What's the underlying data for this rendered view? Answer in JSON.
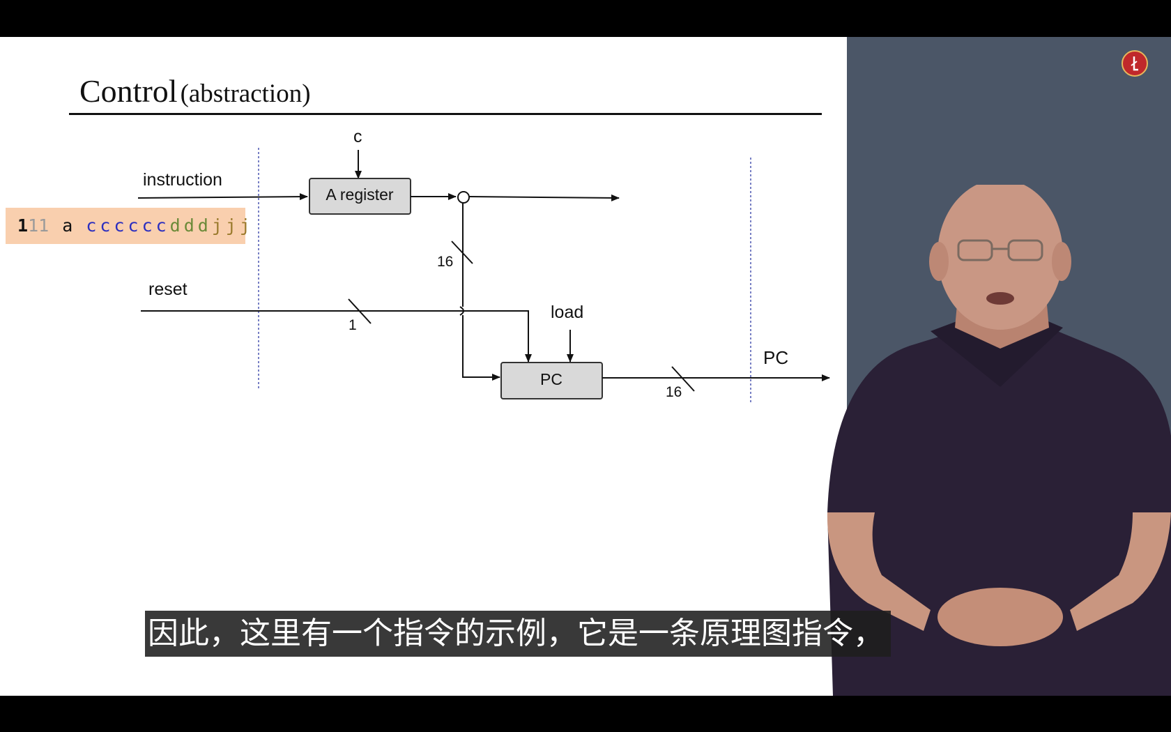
{
  "slide": {
    "title_main": "Control",
    "title_sub": "(abstraction)"
  },
  "instruction_bits": {
    "op": "1",
    "unused": "11",
    "a": "a",
    "c": "cccccc",
    "d": "ddd",
    "j": "jjj"
  },
  "diagram": {
    "label_c": "c",
    "label_instruction": "instruction",
    "label_a_register": "A register",
    "label_16_a": "16",
    "label_reset": "reset",
    "label_1": "1",
    "label_load": "load",
    "label_pc_box": "PC",
    "label_16_b": "16",
    "label_pc_out": "PC"
  },
  "subtitle": "因此，这里有一个指令的示例，它是一条原理图指令，",
  "colors": {
    "speaker_panel": "#4b5667",
    "instruction_box": "#f9cfae",
    "c_bits": "#2c2fbf",
    "d_bits": "#6b8a38",
    "j_bits": "#9a7a2c",
    "logo": "#c0282b"
  }
}
